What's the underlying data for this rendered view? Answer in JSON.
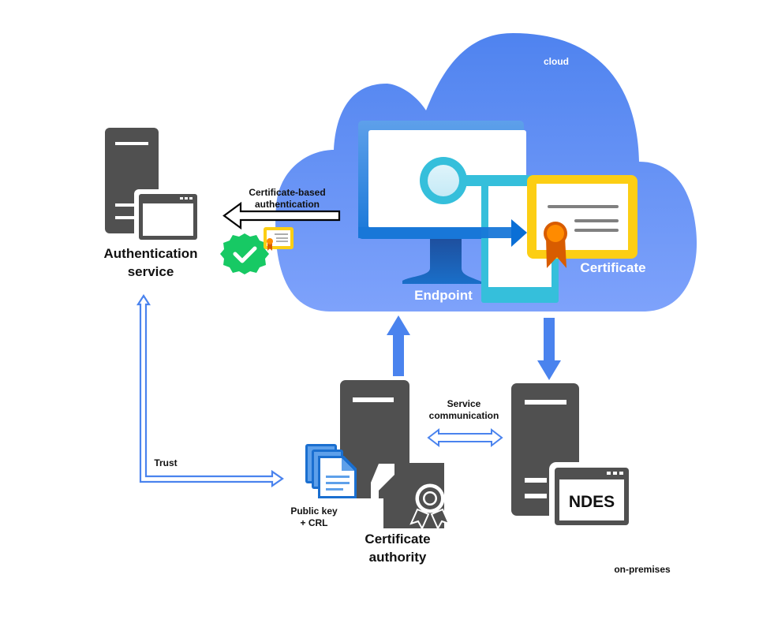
{
  "diagram": {
    "zones": {
      "cloud": "cloud",
      "on_premises": "on-premises"
    },
    "nodes": {
      "auth_service": {
        "line1": "Authentication",
        "line2": "service"
      },
      "endpoint": {
        "label": "Endpoint"
      },
      "certificate": {
        "label": "Certificate"
      },
      "cert_authority": {
        "line1": "Certificate",
        "line2": "authority"
      },
      "ndes": {
        "label": "NDES"
      },
      "public_key": {
        "line1": "Public key",
        "line2": "+ CRL"
      }
    },
    "edges": {
      "cert_auth": {
        "line1": "Certificate-based",
        "line2": "authentication"
      },
      "service_comm": {
        "line1": "Service",
        "line2": "communication"
      },
      "trust": {
        "label": "Trust"
      }
    },
    "colors": {
      "cloud_top": "#4f83ef",
      "cloud_bottom": "#7ea2fb",
      "server": "#505050",
      "arrow_blue": "#4a83ee",
      "monitor_blue": "#1a7ad8",
      "cyan": "#35bfdb",
      "cert_yellow": "#fcce14",
      "ribbon_orange": "#ff8b00",
      "badge_green": "#17c964"
    }
  }
}
